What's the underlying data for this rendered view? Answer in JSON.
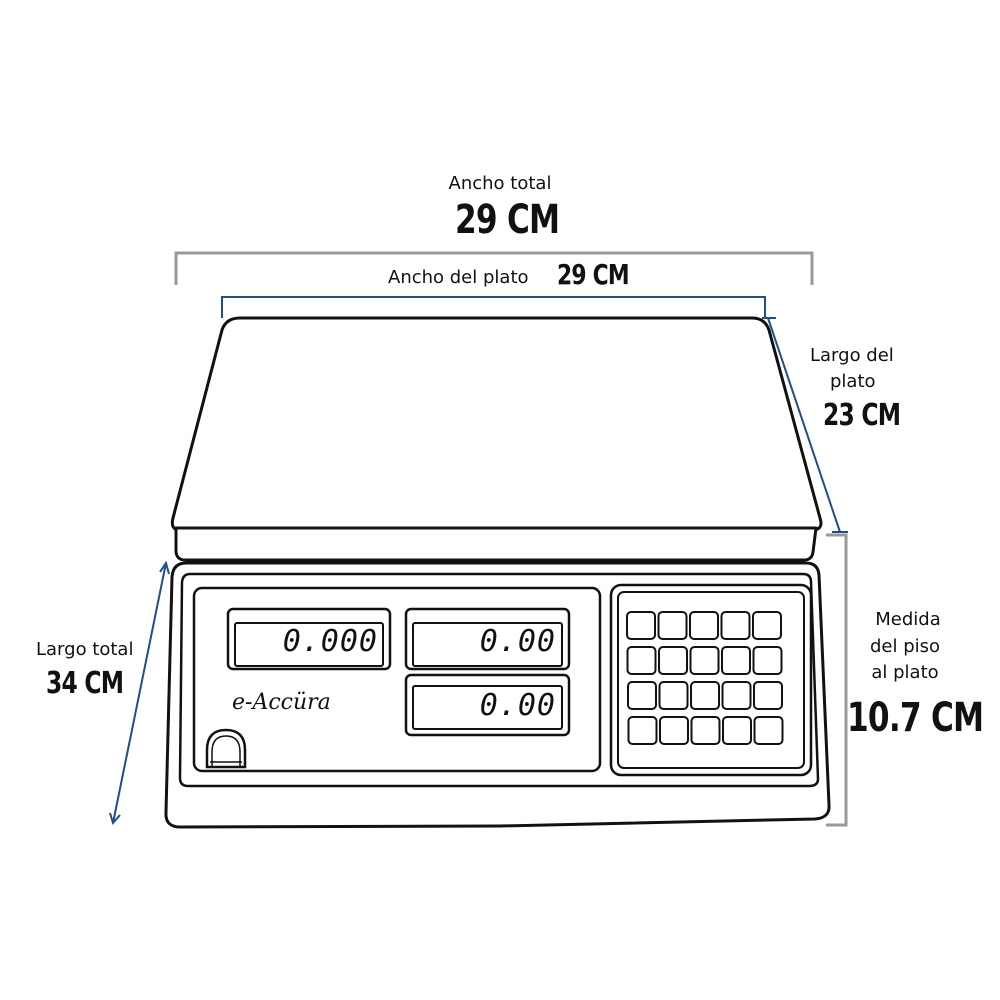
{
  "colors": {
    "outline": "#111111",
    "gray_dimension": "#999999",
    "blue_dimension": "#1f4e8c"
  },
  "dimensions": {
    "total_width": {
      "label": "Ancho total",
      "value": "29 CM"
    },
    "plate_width": {
      "label": "Ancho del plato",
      "value": "29 CM"
    },
    "plate_length": {
      "label_line1": "Largo del",
      "label_line2": "plato",
      "value": "23 CM"
    },
    "total_length": {
      "label": "Largo total",
      "value": "34 CM"
    },
    "floor_to_plate": {
      "label_line1": "Medida",
      "label_line2": "del piso",
      "label_line3": "al plato",
      "value": "10.7 CM"
    }
  },
  "scale": {
    "brand": "e-Accüra",
    "displays": [
      "0.000",
      "0.00",
      "0.00"
    ],
    "keypad": {
      "rows": 4,
      "cols": 5
    }
  }
}
